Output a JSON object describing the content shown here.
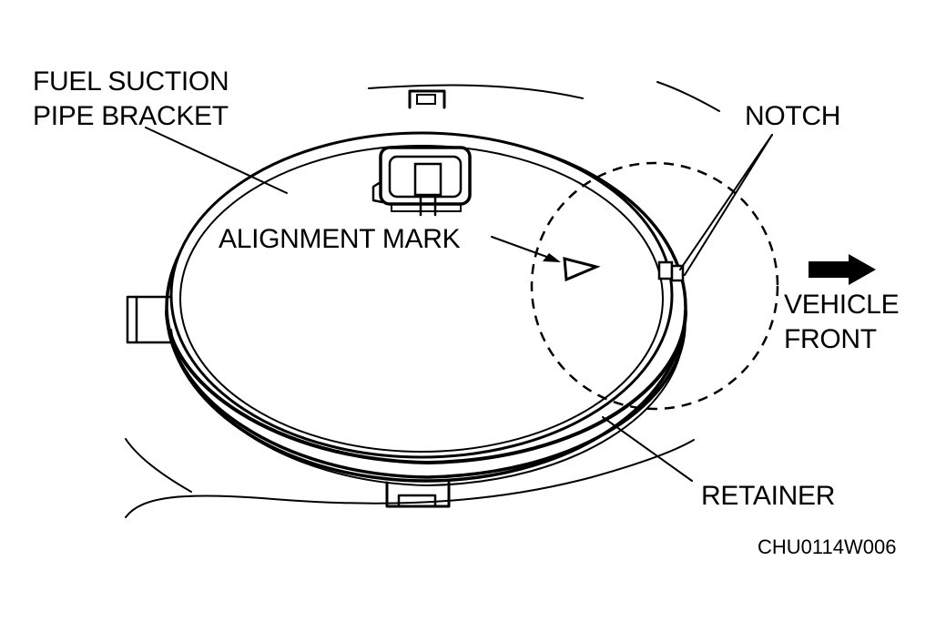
{
  "labels": {
    "fuel_suction_line1": "FUEL SUCTION",
    "fuel_suction_line2": "PIPE BRACKET",
    "notch": "NOTCH",
    "alignment_mark": "ALIGNMENT MARK",
    "vehicle_front_line1": "VEHICLE",
    "vehicle_front_line2": "FRONT",
    "retainer": "RETAINER"
  },
  "figure_code": "CHU0114W006"
}
